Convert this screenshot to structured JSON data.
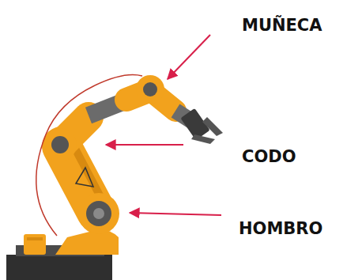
{
  "diagram": {
    "labels": [
      "MUÑECA",
      "CODO",
      "HOMBRO"
    ]
  }
}
